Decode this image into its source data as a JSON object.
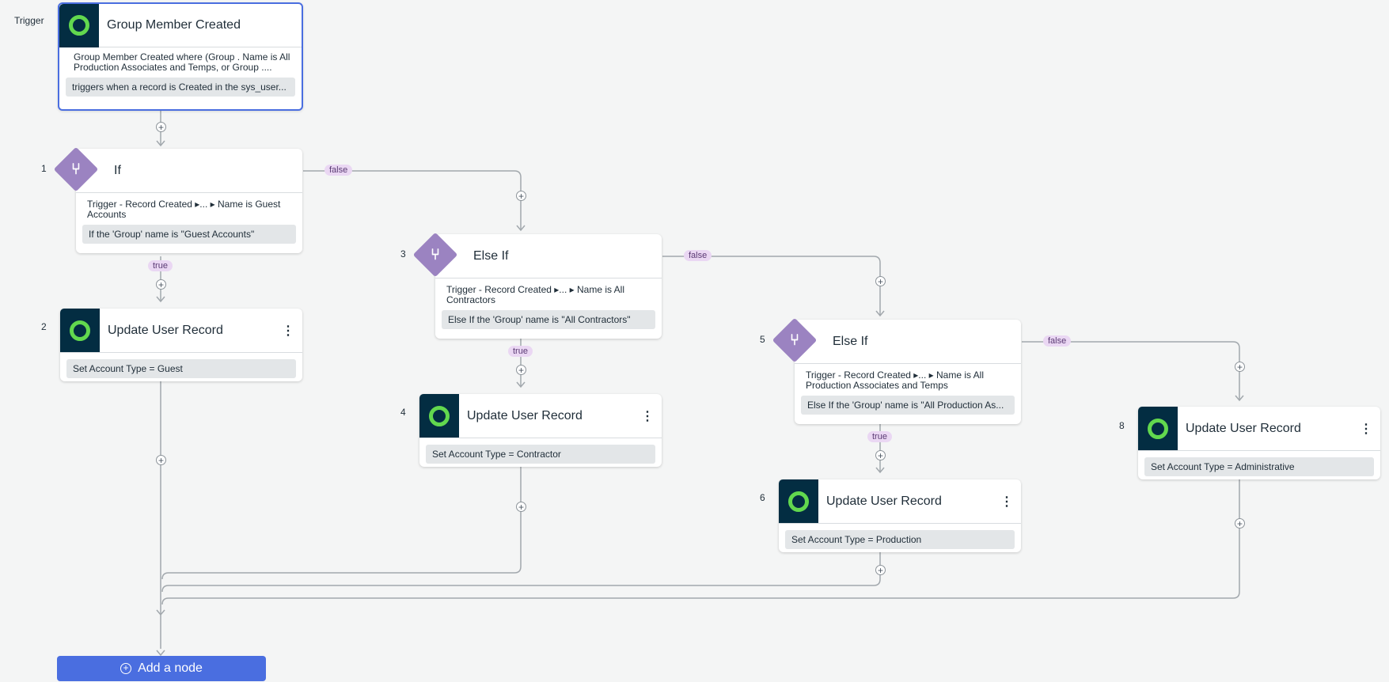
{
  "trigger": {
    "label": "Trigger",
    "title": "Group Member Created",
    "description": "Group Member Created where (Group . Name is All Production Associates and Temps, or Group ....",
    "chip": "triggers when a record is Created in the sys_user..."
  },
  "steps": {
    "s1": {
      "number": "1",
      "title": "If",
      "description": "Trigger - Record Created ▸... ▸ Name is Guest Accounts",
      "chip": "If the 'Group' name is \"Guest Accounts\""
    },
    "s2": {
      "number": "2",
      "title": "Update User Record",
      "chip": "Set Account Type = Guest"
    },
    "s3": {
      "number": "3",
      "title": "Else If",
      "description": "Trigger - Record Created ▸... ▸ Name is All Contractors",
      "chip": "Else If the 'Group' name is \"All Contractors\""
    },
    "s4": {
      "number": "4",
      "title": "Update User Record",
      "chip": "Set Account Type = Contractor"
    },
    "s5": {
      "number": "5",
      "title": "Else If",
      "description": "Trigger - Record Created ▸... ▸ Name is All Production Associates and Temps",
      "chip": "Else If the 'Group' name is \"All Production As..."
    },
    "s6": {
      "number": "6",
      "title": "Update User Record",
      "chip": "Set Account Type = Production"
    },
    "s8": {
      "number": "8",
      "title": "Update User Record",
      "chip": "Set Account Type = Administrative"
    }
  },
  "branch_labels": {
    "false": "false",
    "true": "true"
  },
  "icons": {
    "plus": "+",
    "kebab": "⋮",
    "branch": "⑂"
  },
  "add_node_label": "Add a node",
  "colors": {
    "accent": "#4a6ee0",
    "logo_bg": "#032d42",
    "logo_ring": "#62d84e",
    "condition": "#9b83c1",
    "pill_bg": "#ead7f3"
  }
}
